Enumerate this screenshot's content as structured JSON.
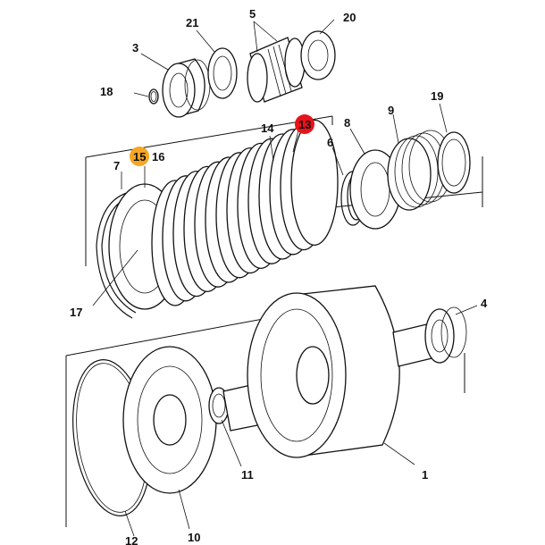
{
  "labels": {
    "n1": "1",
    "n3": "3",
    "n4": "4",
    "n5": "5",
    "n6": "6",
    "n7": "7",
    "n8": "8",
    "n9": "9",
    "n10": "10",
    "n11": "11",
    "n12": "12",
    "n13": "13",
    "n14": "14",
    "n15": "15",
    "n16": "16",
    "n17": "17",
    "n18": "18",
    "n19": "19",
    "n20": "20",
    "n21": "21"
  },
  "highlights": {
    "n13_color": "#e8121b",
    "n15_color": "#f5a623"
  }
}
